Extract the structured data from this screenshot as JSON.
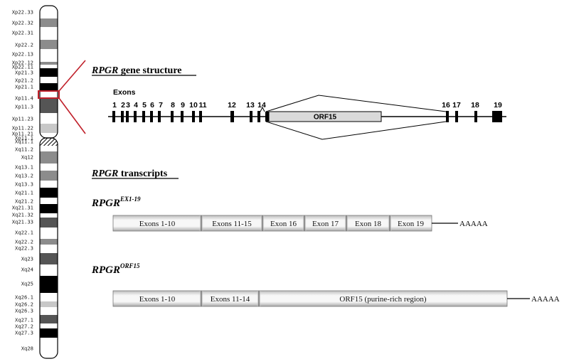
{
  "colors": {
    "band_black": "#000000",
    "band_dark": "#555555",
    "band_mid": "#8c8c8c",
    "band_light": "#c8c8c8",
    "band_white": "#ffffff",
    "highlight": "#c0202a",
    "orf_fill": "#d9d9d9"
  },
  "chromosome": {
    "bands": [
      {
        "label": "Xp22.33",
        "stain": "white"
      },
      {
        "label": "Xp22.32",
        "stain": "mid"
      },
      {
        "label": "Xp22.31",
        "stain": "white"
      },
      {
        "label": "Xp22.2",
        "stain": "mid"
      },
      {
        "label": "Xp22.13",
        "stain": "white"
      },
      {
        "label": "Xp22.12",
        "stain": "mid"
      },
      {
        "label": "Xp22.11",
        "stain": "white"
      },
      {
        "label": "Xp21.3",
        "stain": "black"
      },
      {
        "label": "Xp21.2",
        "stain": "white"
      },
      {
        "label": "Xp21.1",
        "stain": "black"
      },
      {
        "label": "Xp11.4",
        "stain": "white"
      },
      {
        "label": "Xp11.3",
        "stain": "dark"
      },
      {
        "label": "Xp11.23",
        "stain": "white"
      },
      {
        "label": "Xp11.22",
        "stain": "light"
      },
      {
        "label": "Xp11.21",
        "stain": "white"
      },
      {
        "label": "Xp11.1",
        "stain": "white"
      },
      {
        "label": "Xq11.1",
        "stain": "hatch"
      },
      {
        "label": "Xq11.2",
        "stain": "white"
      },
      {
        "label": "Xq12",
        "stain": "mid"
      },
      {
        "label": "Xq13.1",
        "stain": "white"
      },
      {
        "label": "Xq13.2",
        "stain": "mid"
      },
      {
        "label": "Xq13.3",
        "stain": "white"
      },
      {
        "label": "Xq21.1",
        "stain": "black"
      },
      {
        "label": "Xq21.2",
        "stain": "white"
      },
      {
        "label": "Xq21.31",
        "stain": "black"
      },
      {
        "label": "Xq21.32",
        "stain": "white"
      },
      {
        "label": "Xq21.33",
        "stain": "dark"
      },
      {
        "label": "Xq22.1",
        "stain": "white"
      },
      {
        "label": "Xq22.2",
        "stain": "mid"
      },
      {
        "label": "Xq22.3",
        "stain": "white"
      },
      {
        "label": "Xq23",
        "stain": "dark"
      },
      {
        "label": "Xq24",
        "stain": "white"
      },
      {
        "label": "Xq25",
        "stain": "black"
      },
      {
        "label": "Xq26.1",
        "stain": "white"
      },
      {
        "label": "Xq26.2",
        "stain": "light"
      },
      {
        "label": "Xq26.3",
        "stain": "white"
      },
      {
        "label": "Xq27.1",
        "stain": "dark"
      },
      {
        "label": "Xq27.2",
        "stain": "white"
      },
      {
        "label": "Xq27.3",
        "stain": "black"
      },
      {
        "label": "Xq28",
        "stain": "white"
      }
    ]
  },
  "gene_structure": {
    "title_gene": "RPGR",
    "title_rest": "gene structure",
    "exons_label": "Exons",
    "exons": [
      "1",
      "2",
      "3",
      "4",
      "5",
      "6",
      "7",
      "8",
      "9",
      "10",
      "11",
      "12",
      "13",
      "14",
      "16",
      "17",
      "18",
      "19"
    ],
    "orf_label": "ORF15"
  },
  "transcripts": {
    "title_gene": "RPGR",
    "title_rest": "transcripts",
    "items": [
      {
        "name": "RPGR",
        "sup": "EX1-19",
        "polya": "AAAAA",
        "segments": [
          "Exons 1-10",
          "Exons 11-15",
          "Exon 16",
          "Exon 17",
          "Exon 18",
          "Exon 19"
        ]
      },
      {
        "name": "RPGR",
        "sup": "ORF15",
        "polya": "AAAAA",
        "segments": [
          "Exons 1-10",
          "Exons 11-14",
          "ORF15 (purine-rich region)"
        ]
      }
    ]
  }
}
